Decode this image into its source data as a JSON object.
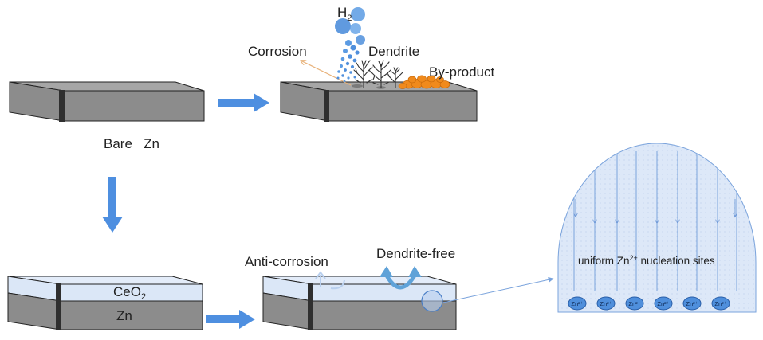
{
  "labels": {
    "h2_base": "H",
    "h2_sub": "2",
    "corrosion": "Corrosion",
    "dendrite": "Dendrite",
    "by_product": "By-product",
    "bare_zn": "Bare   Zn",
    "ceo2_base": "CeO",
    "ceo2_sub": "2",
    "zn": "Zn",
    "anti_corrosion": "Anti-corrosion",
    "dendrite_free": "Dendrite-free",
    "uniform_prefix": "uniform Zn",
    "uniform_sup": "2+",
    "uniform_suffix": " nucleation sites",
    "zn_ion": "Zn²⁺"
  },
  "zn_ion_count": 6,
  "colors": {
    "zn_gray": "#8c8c8c",
    "zn_top": "#a6a6a6",
    "zn_dark": "#2f2f2f",
    "coating": "#dbe7f7",
    "arrow_blue": "#4e8fe0",
    "bubble_blue": "#4f8fdc",
    "byproduct_orange": "#f08a1c",
    "dome_fill": "#dde8f8",
    "dome_line": "#7aa3dc"
  },
  "icons": [
    "h2-bubbles-icon",
    "dendrite-tree-icon",
    "byproduct-particles-icon",
    "flow-arrow-icon",
    "zn-ion-icon"
  ]
}
